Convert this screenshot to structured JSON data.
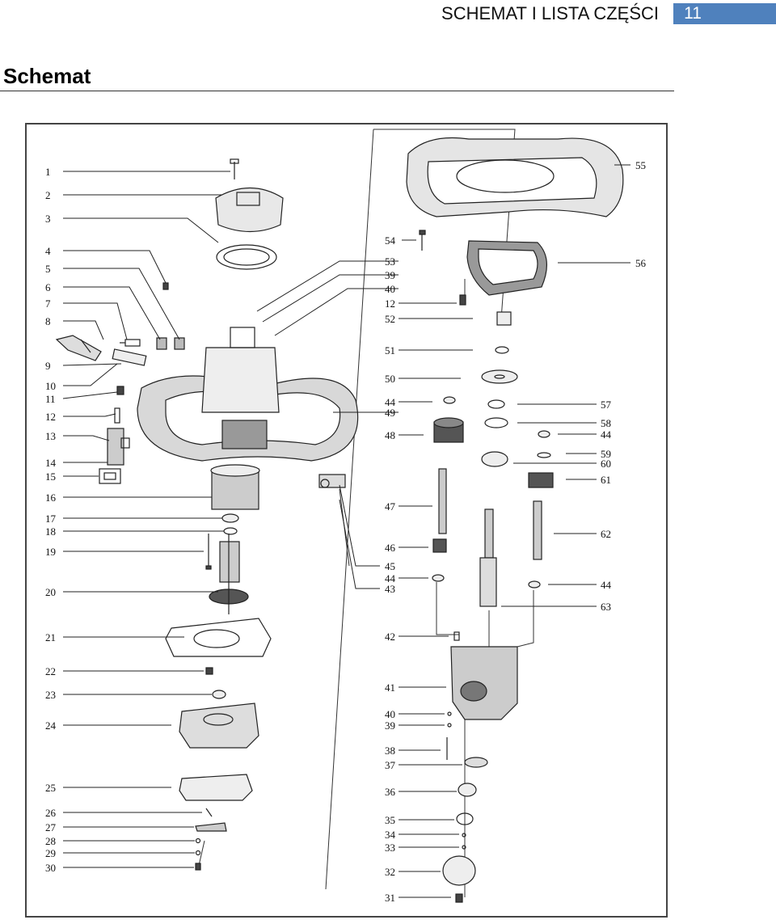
{
  "header": {
    "title": "SCHEMAT I LISTA CZĘŚCI",
    "page_number": "11",
    "accent_color": "#4f81bd"
  },
  "section": {
    "title": "Schemat"
  },
  "labels": {
    "p1": "1",
    "p2": "2",
    "p3": "3",
    "p4": "4",
    "p5": "5",
    "p6": "6",
    "p7": "7",
    "p8": "8",
    "p9": "9",
    "p10": "10",
    "p11": "11",
    "p12": "12",
    "p13": "13",
    "p14": "14",
    "p15": "15",
    "p16": "16",
    "p17": "17",
    "p18": "18",
    "p19": "19",
    "p20": "20",
    "p21": "21",
    "p22": "22",
    "p23": "23",
    "p24": "24",
    "p25": "25",
    "p26": "26",
    "p27": "27",
    "p28": "28",
    "p29": "29",
    "p30": "30",
    "p31": "31",
    "p32": "32",
    "p33": "33",
    "p34": "34",
    "p35": "35",
    "p36": "36",
    "p37": "37",
    "p38": "38",
    "p39": "39",
    "p40": "40",
    "p41": "41",
    "p42": "42",
    "p43": "43",
    "p44": "44",
    "p45": "45",
    "p46": "46",
    "p47": "47",
    "p48": "48",
    "p49": "49",
    "p50": "50",
    "p51": "51",
    "p52": "52",
    "p53": "53",
    "p54": "54",
    "p55": "55",
    "p56": "56",
    "p57": "57",
    "p58": "58",
    "p59": "59",
    "p60": "60",
    "p61": "61",
    "p62": "62",
    "p63": "63"
  }
}
